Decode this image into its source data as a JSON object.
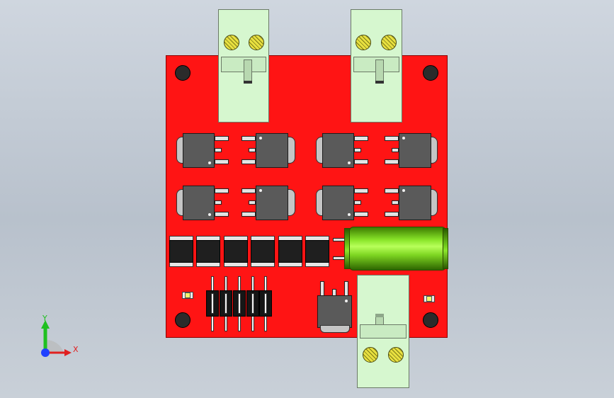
{
  "viewport": {
    "background": "#c3ccd6",
    "board_color": "#ff1414",
    "terminal_color": "#d6f7cf",
    "capacitor_color": "#7ed622"
  },
  "triad": {
    "x_label": "X",
    "y_label": "Y",
    "x_color": "#e02020",
    "y_color": "#20c020",
    "z_color": "#2040ff"
  },
  "components": {
    "terminal_blocks": 3,
    "mosfets": 9,
    "resistors": 6,
    "pin_headers": 5,
    "leds": 2,
    "mounting_holes": 4,
    "electrolytic_capacitors": 1
  }
}
